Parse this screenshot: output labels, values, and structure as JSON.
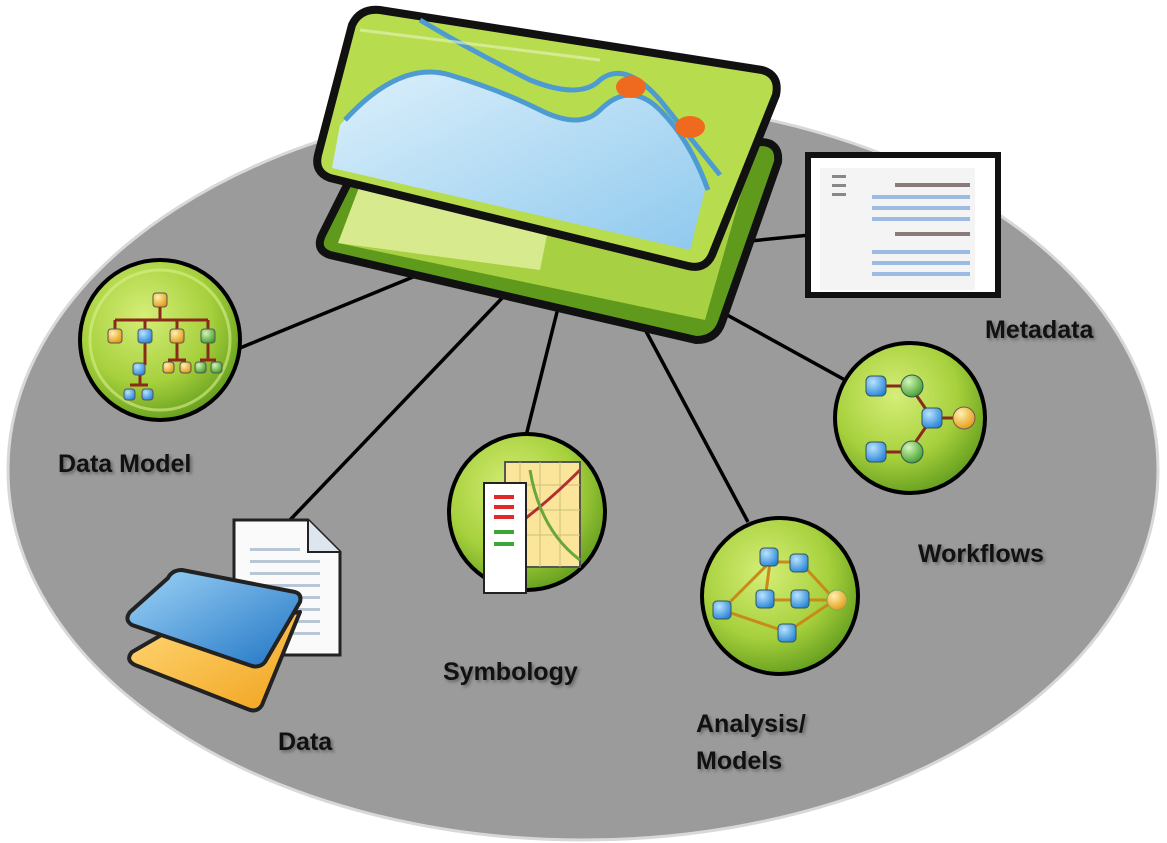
{
  "colors": {
    "ellipse": "#9b9b9b",
    "connector": "#000000",
    "green_light": "#c3e35c",
    "green_dark": "#5f9a1c",
    "water": "#a9d6f2",
    "water_edge": "#4d9bd1",
    "dot": "#ef6a1e",
    "blue_node": "#3a9be0",
    "green_node": "#6cc24a",
    "orange_node": "#f5b72a",
    "tree_line": "#8a2a1a"
  },
  "icons": {
    "map": "layered-map-icon",
    "metadata": "document-metadata-icon",
    "data_model": "hierarchy-tree-icon",
    "data": "layers-document-icon",
    "symbology": "legend-map-icon",
    "analysis": "network-graph-icon",
    "workflows": "workflow-icon"
  },
  "labels": {
    "metadata": "Metadata",
    "data_model": "Data Model",
    "data": "Data",
    "symbology": "Symbology",
    "analysis_line1": "Analysis/",
    "analysis_line2": "Models",
    "workflows": "Workflows"
  }
}
